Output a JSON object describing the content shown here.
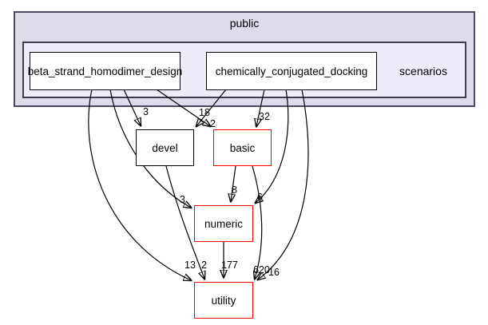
{
  "graph": {
    "outer_cluster_label": "public",
    "inner_cluster_label": "scenarios",
    "nodes": [
      {
        "id": "beta",
        "label": "beta_strand_homodimer_design",
        "border": "black"
      },
      {
        "id": "chem",
        "label": "chemically_conjugated_docking",
        "border": "black"
      },
      {
        "id": "devel",
        "label": "devel",
        "border": "black"
      },
      {
        "id": "basic",
        "label": "basic",
        "border": "red"
      },
      {
        "id": "numeric",
        "label": "numeric",
        "border": "red"
      },
      {
        "id": "utility",
        "label": "utility",
        "border": "red"
      }
    ],
    "edges": [
      {
        "from": "beta_strand_homodimer_design",
        "to": "devel",
        "label": "3"
      },
      {
        "from": "beta_strand_homodimer_design",
        "to": "basic",
        "label": "18"
      },
      {
        "from": "chemically_conjugated_docking",
        "to": "devel",
        "label": "2"
      },
      {
        "from": "chemically_conjugated_docking",
        "to": "basic",
        "label": "32"
      },
      {
        "from": "basic",
        "to": "numeric",
        "label": "8"
      },
      {
        "from": "chemically_conjugated_docking",
        "to": "numeric",
        "label": "6"
      },
      {
        "from": "beta_strand_homodimer_design",
        "to": "numeric",
        "label": "3"
      },
      {
        "from": "beta_strand_homodimer_design",
        "to": "utility",
        "label": "13"
      },
      {
        "from": "devel",
        "to": "utility",
        "label": "2"
      },
      {
        "from": "numeric",
        "to": "utility",
        "label": "177"
      },
      {
        "from": "basic",
        "to": "utility",
        "label": "620"
      },
      {
        "from": "chemically_conjugated_docking",
        "to": "utility",
        "label": "16"
      }
    ],
    "colors": {
      "cluster_outer_fill": "#dcdcea",
      "cluster_inner_fill": "#edecf9",
      "cluster_border": "#3e3e4a",
      "node_fill": "#ffffff",
      "node_border_default": "#000000",
      "node_border_highlight": "#ff0000",
      "edge_color": "#000000",
      "page_background": "#ffffff"
    }
  }
}
